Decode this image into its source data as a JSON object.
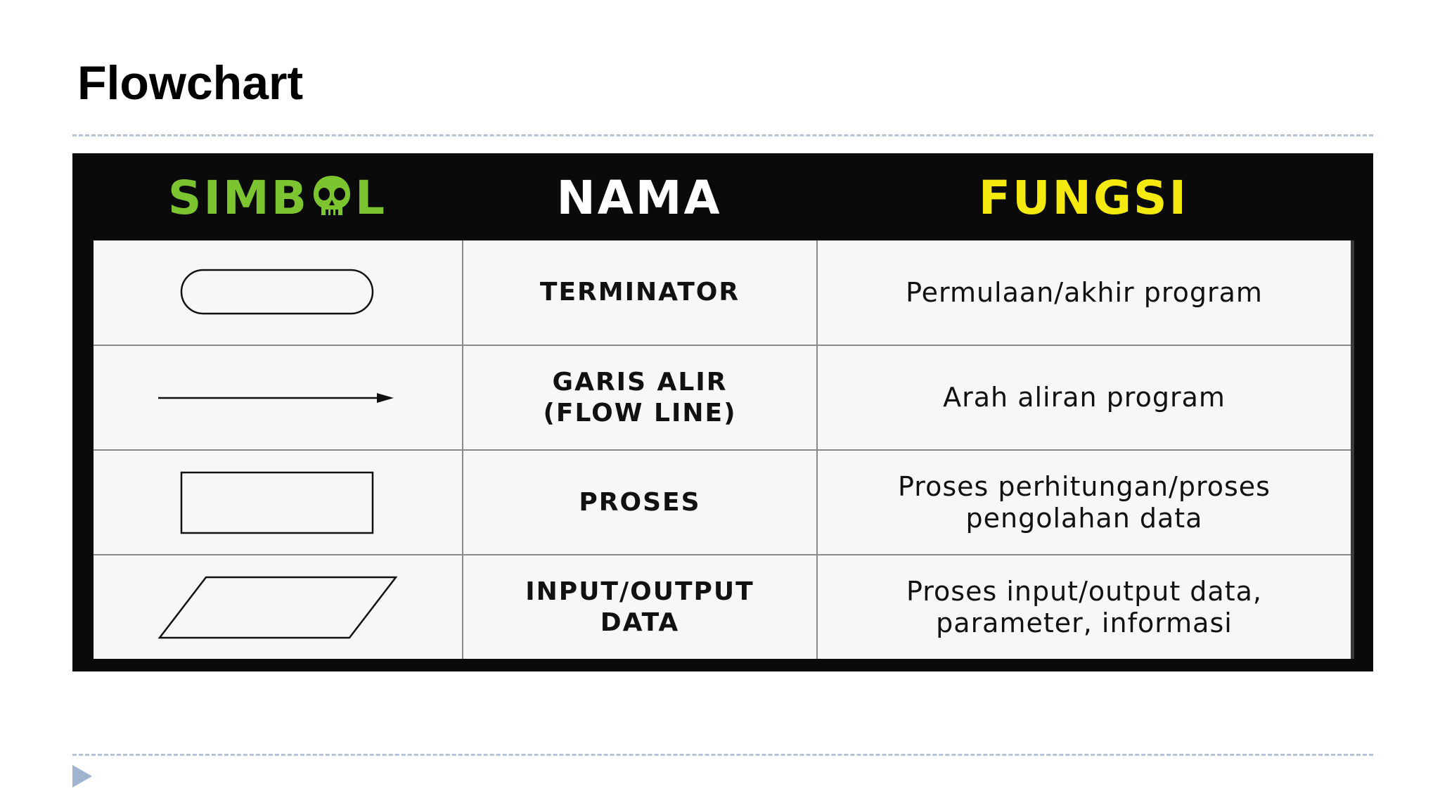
{
  "slide": {
    "title": "Flowchart"
  },
  "table": {
    "headers": {
      "simbol_prefix": "SIMB",
      "simbol_suffix": "L",
      "nama": "NAMA",
      "fungsi": "FUNGSI"
    },
    "rows": [
      {
        "symbol": "terminator-shape",
        "nama": "TERMINATOR",
        "fungsi": "Permulaan/akhir program"
      },
      {
        "symbol": "flow-line-arrow",
        "nama": "GARIS ALIR\n(FLOW LINE)",
        "fungsi": "Arah aliran program"
      },
      {
        "symbol": "process-rectangle",
        "nama": "PROSES",
        "fungsi": "Proses perhitungan/proses\npengolahan data"
      },
      {
        "symbol": "input-output-parallelogram",
        "nama": "INPUT/OUTPUT\nDATA",
        "fungsi": "Proses input/output data,\nparameter, informasi"
      }
    ]
  },
  "colors": {
    "header_background": "#0a0a0a",
    "simbol_green": "#7dc530",
    "nama_white": "#ffffff",
    "fungsi_yellow": "#f4ea10",
    "divider_dashes": "#b5c4d6",
    "nav_arrow": "#9fb5cf"
  },
  "icons": {
    "header_o": "skull-icon",
    "footer": "play-triangle-icon"
  }
}
